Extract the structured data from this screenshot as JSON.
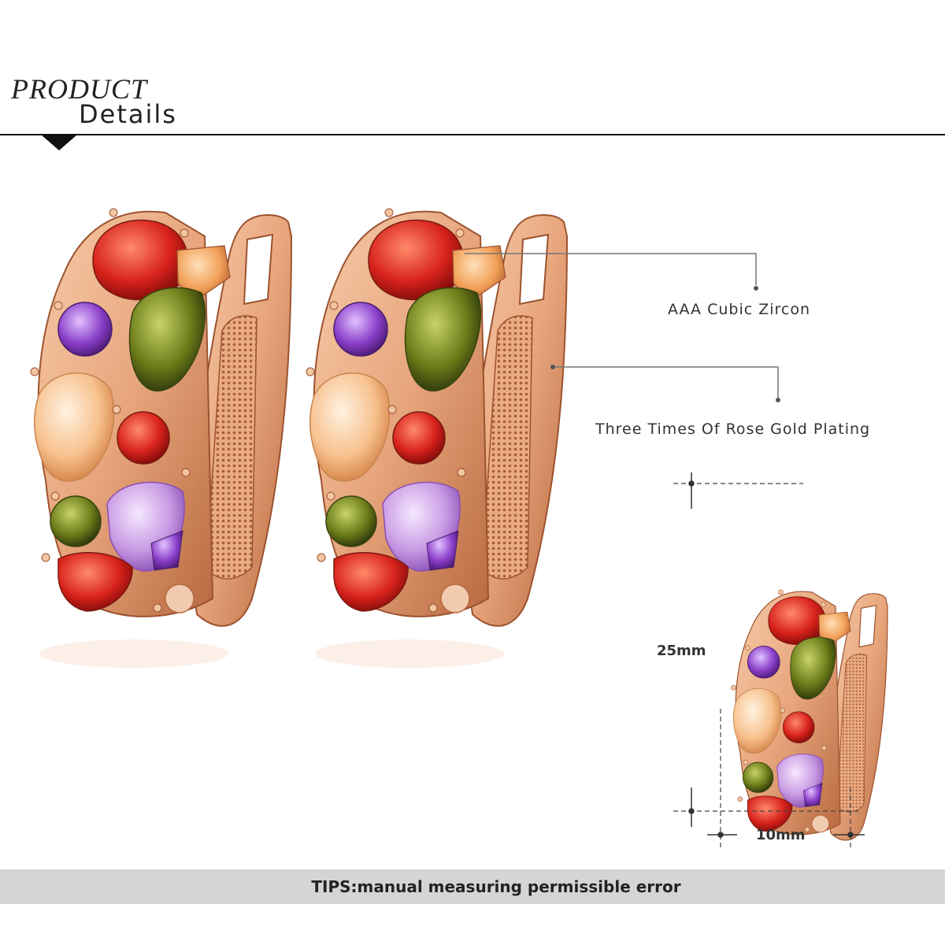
{
  "header": {
    "title_line1": "PRODUCT",
    "title_line2": "Details"
  },
  "callouts": {
    "stone": "AAA Cubic Zircon",
    "plating": "Three Times Of Rose Gold Plating"
  },
  "dimensions": {
    "height": "25mm",
    "width": "10mm"
  },
  "footer": {
    "tips": "TIPS:manual measuring permissible error"
  },
  "colors": {
    "rose_gold": "#e7a57c",
    "rose_gold_dark": "#b8693f",
    "red_stone": "#d8221c",
    "orange_stone": "#f2a15a",
    "purple_stone": "#8a3fc9",
    "lilac_stone": "#c89ae3",
    "olive_stone": "#6c7c18",
    "champagne_stone": "#f7c18e",
    "tips_bar": "#d5d5d5"
  }
}
